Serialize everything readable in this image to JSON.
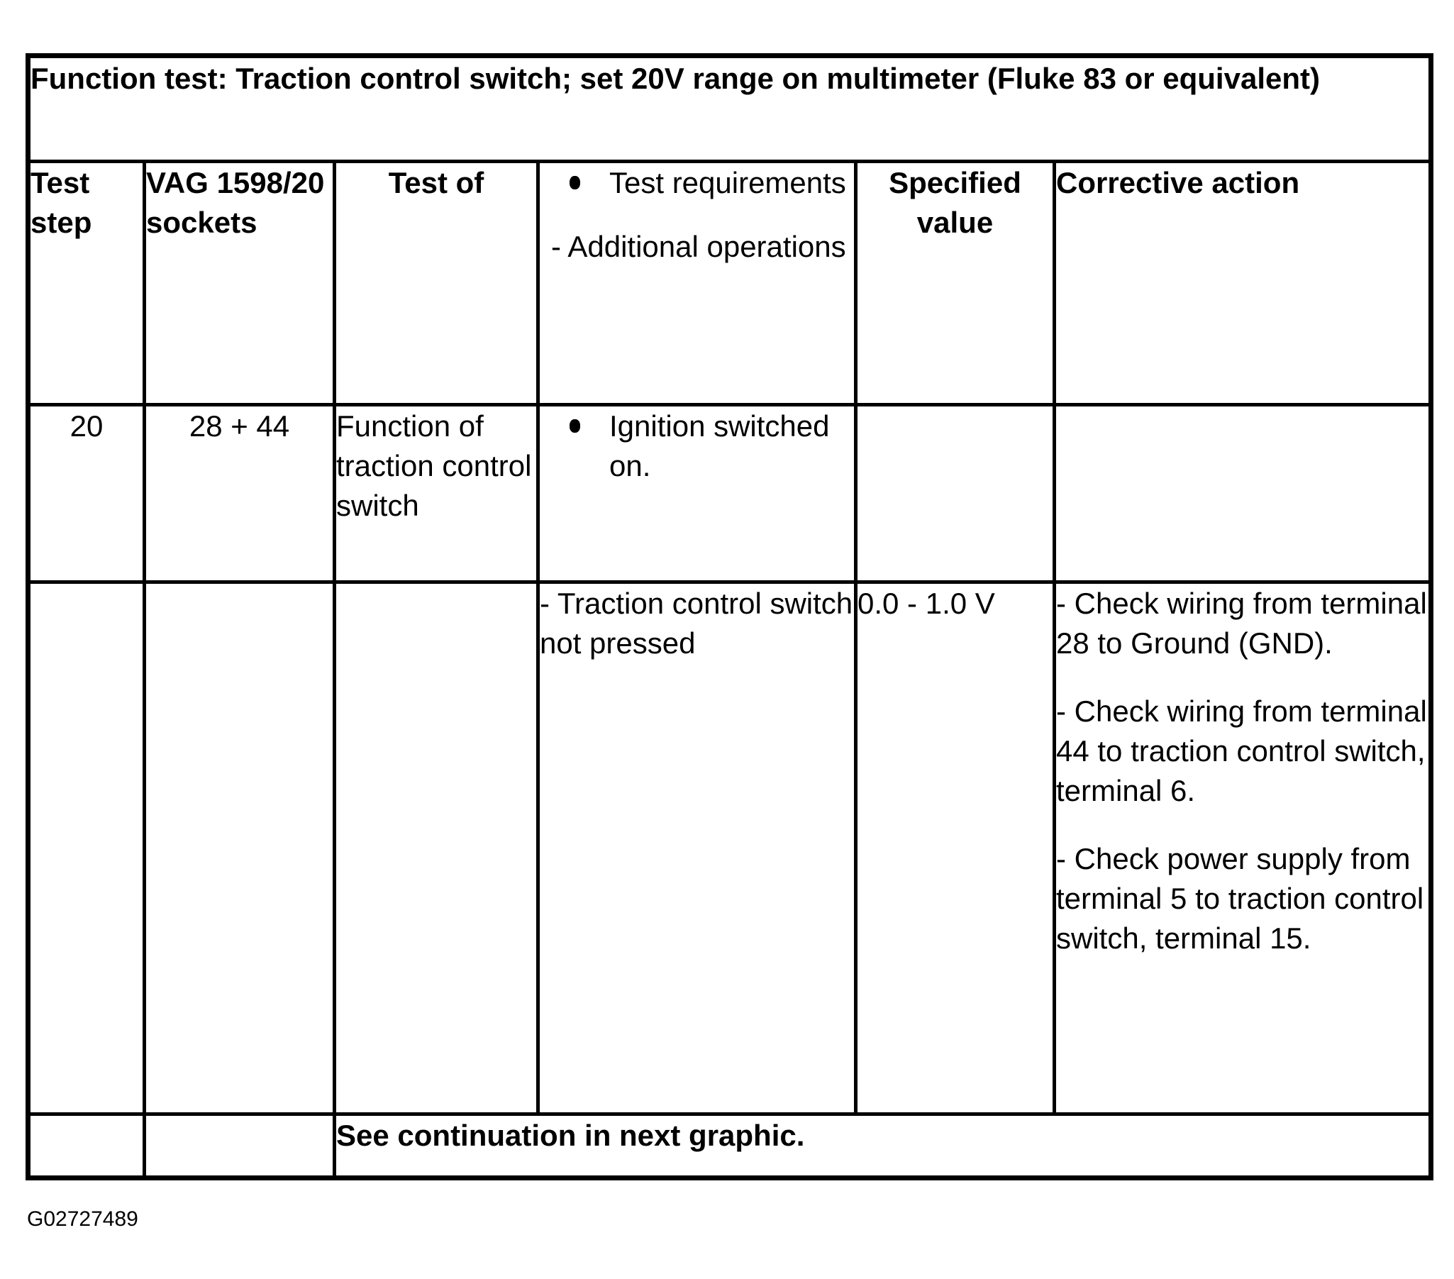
{
  "figure_id": "G02727489",
  "table": {
    "title": "Function test: Traction control switch; set 20V range on multimeter (Fluke 83 or equivalent)",
    "header": {
      "test_step": "Test step",
      "sockets": "VAG 1598/20 sockets",
      "test_of": "Test of",
      "requirements_bullet": "Test requirements",
      "requirements_dash": "- Additional operations",
      "specified_value": "Specified value",
      "corrective_action": "Corrective action"
    },
    "rows": [
      {
        "test_step": "20",
        "sockets": "28 + 44",
        "test_of": "Function of traction control switch",
        "requirement_bullet": "Ignition switched on.",
        "specified_value": "",
        "corrective_action": ""
      },
      {
        "test_step": "",
        "sockets": "",
        "test_of": "",
        "requirement_dash": "- Traction control switch not pressed",
        "specified_value": "0.0 - 1.0 V",
        "corrective_actions": [
          "- Check wiring from terminal 28 to Ground (GND).",
          "- Check wiring from terminal 44 to traction control switch, terminal 6.",
          "- Check power supply from terminal 5 to traction control switch, terminal 15."
        ]
      }
    ],
    "footer_note": "See continuation in next graphic."
  }
}
